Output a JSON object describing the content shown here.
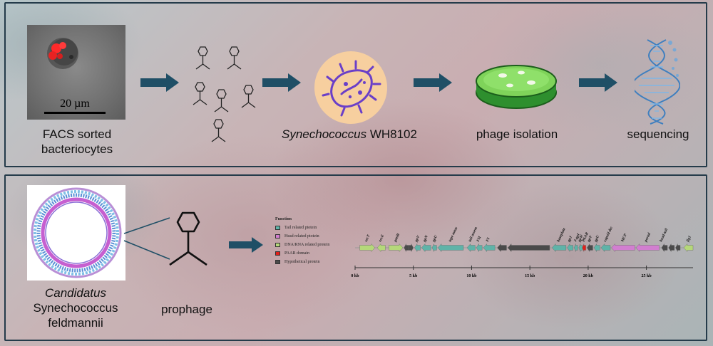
{
  "top_panel": {
    "scale_label": "20 µm",
    "step1_label_line1": "FACS sorted",
    "step1_label_line2": "bacteriocytes",
    "step3_label_italic": "Synechococcus",
    "step3_label_rest": " WH8102",
    "step4_label": "phage isolation",
    "step5_label": "sequencing"
  },
  "bottom_panel": {
    "organism_line1": "Candidatus",
    "organism_line2": "Synechococcus",
    "organism_line3": "feldmannii",
    "phage_label": "prophage"
  },
  "genome_map": {
    "legend_title": "Function",
    "legend": [
      {
        "label": "Tail related ptotein",
        "color": "#5fb3a8"
      },
      {
        "label": "Head related ptotein",
        "color": "#d27ed0"
      },
      {
        "label": "DNA/RNA related protein",
        "color": "#b5d87a"
      },
      {
        "label": "PAAR domain",
        "color": "#e0201b"
      },
      {
        "label": "Hypothetical protein",
        "color": "#4a4a4a"
      }
    ],
    "axis_ticks": [
      "0 kb",
      "5 kb",
      "10 kb",
      "15 kb",
      "20 kb",
      "25 kb"
    ],
    "gene_labels": [
      "recT",
      "recE",
      "gmiB",
      "gpV",
      "gpN",
      "gpU",
      "tape meas",
      "tail assem",
      "FII",
      "FI",
      "baseplate",
      "gpJ",
      "J-gpI",
      "gpW",
      "PAAR",
      "gpV",
      "gpU",
      "capsid dec",
      "MCP",
      "portal",
      "head-tail",
      "fig1"
    ]
  }
}
